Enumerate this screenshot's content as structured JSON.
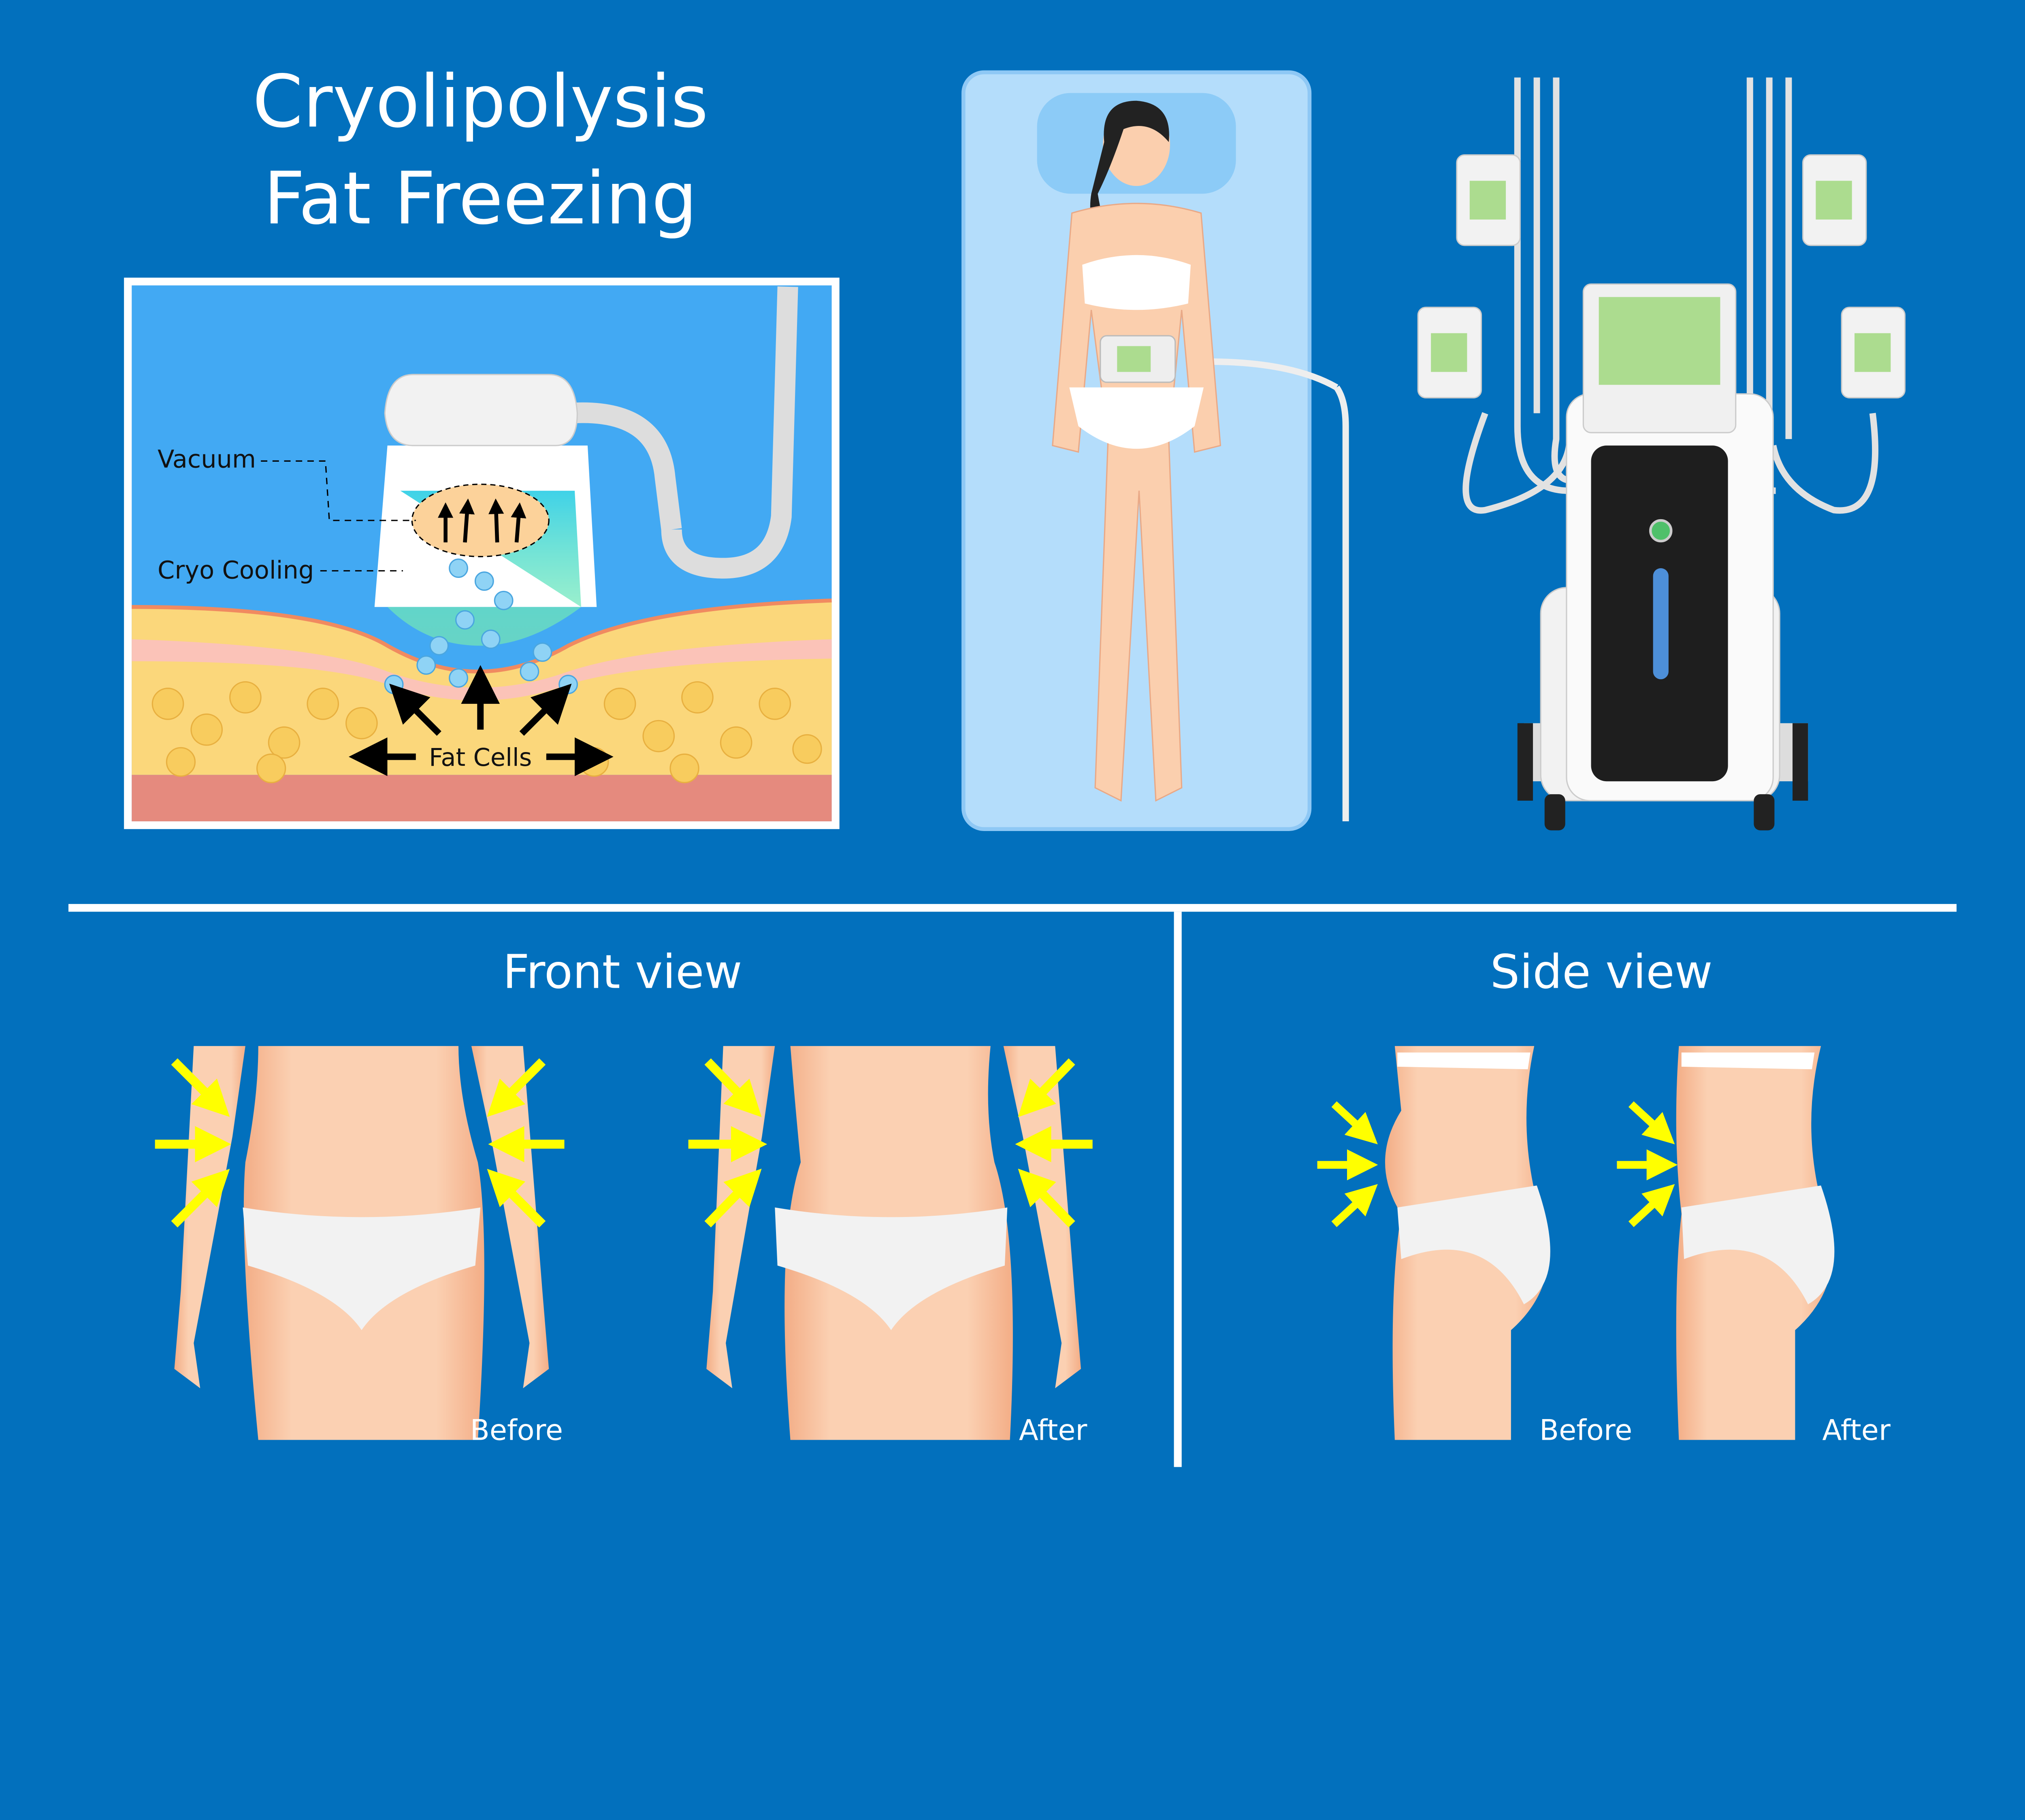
{
  "title": {
    "line1": "Cryolipolysis",
    "line2": "Fat Freezing"
  },
  "inset": {
    "labels": {
      "vacuum": "Vacuum",
      "cryo_cooling": "Cryo Cooling",
      "fat_cells": "Fat Cells"
    }
  },
  "front_view": {
    "heading": "Front view",
    "before": "Before",
    "after": "After"
  },
  "side_view": {
    "heading": "Side view",
    "before": "Before",
    "after": "After"
  },
  "colors": {
    "background": "#0270bd",
    "arrow": "#ffff00",
    "skin": "#fbc9a5",
    "fat": "#fbd77b",
    "screen": "#acdc8f"
  }
}
